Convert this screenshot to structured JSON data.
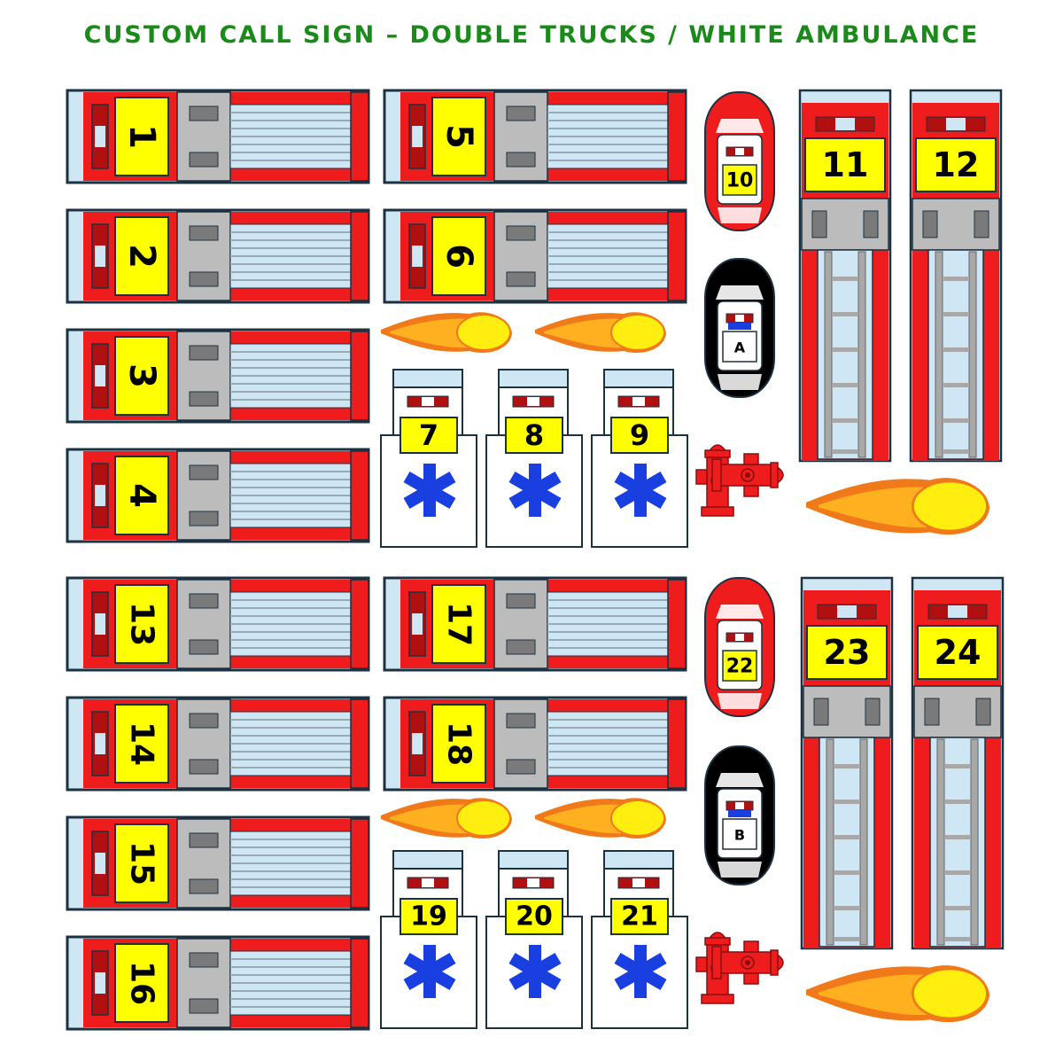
{
  "title": "CUSTOM CALL SIGN – DOUBLE TRUCKS / WHITE AMBULANCE",
  "colors": {
    "title": "#1a8a1a",
    "truck_red": "#ee1c1c",
    "dark_red": "#b01010",
    "yellow": "#ffff00",
    "light_blue": "#cfe6f5",
    "gray": "#bcbcbc",
    "outline": "#1d3240",
    "star_blue": "#1a3fe0",
    "chief_black": "#000000"
  },
  "engines": [
    {
      "label": "1"
    },
    {
      "label": "2"
    },
    {
      "label": "3"
    },
    {
      "label": "4"
    },
    {
      "label": "5"
    },
    {
      "label": "6"
    },
    {
      "label": "13"
    },
    {
      "label": "14"
    },
    {
      "label": "15"
    },
    {
      "label": "16"
    },
    {
      "label": "17"
    },
    {
      "label": "18"
    }
  ],
  "ambulances": [
    {
      "label": "7"
    },
    {
      "label": "8"
    },
    {
      "label": "9"
    },
    {
      "label": "19"
    },
    {
      "label": "20"
    },
    {
      "label": "21"
    }
  ],
  "chief_cars": [
    {
      "label": "10",
      "color": "red"
    },
    {
      "label": "A",
      "color": "black"
    },
    {
      "label": "22",
      "color": "red"
    },
    {
      "label": "B",
      "color": "black"
    }
  ],
  "ladders": [
    {
      "label": "11"
    },
    {
      "label": "12"
    },
    {
      "label": "23"
    },
    {
      "label": "24"
    }
  ],
  "icons": {
    "fireball": "fireball-icon",
    "hydrant": "fire-hydrant-icon",
    "star_of_life": "star-of-life-icon"
  }
}
